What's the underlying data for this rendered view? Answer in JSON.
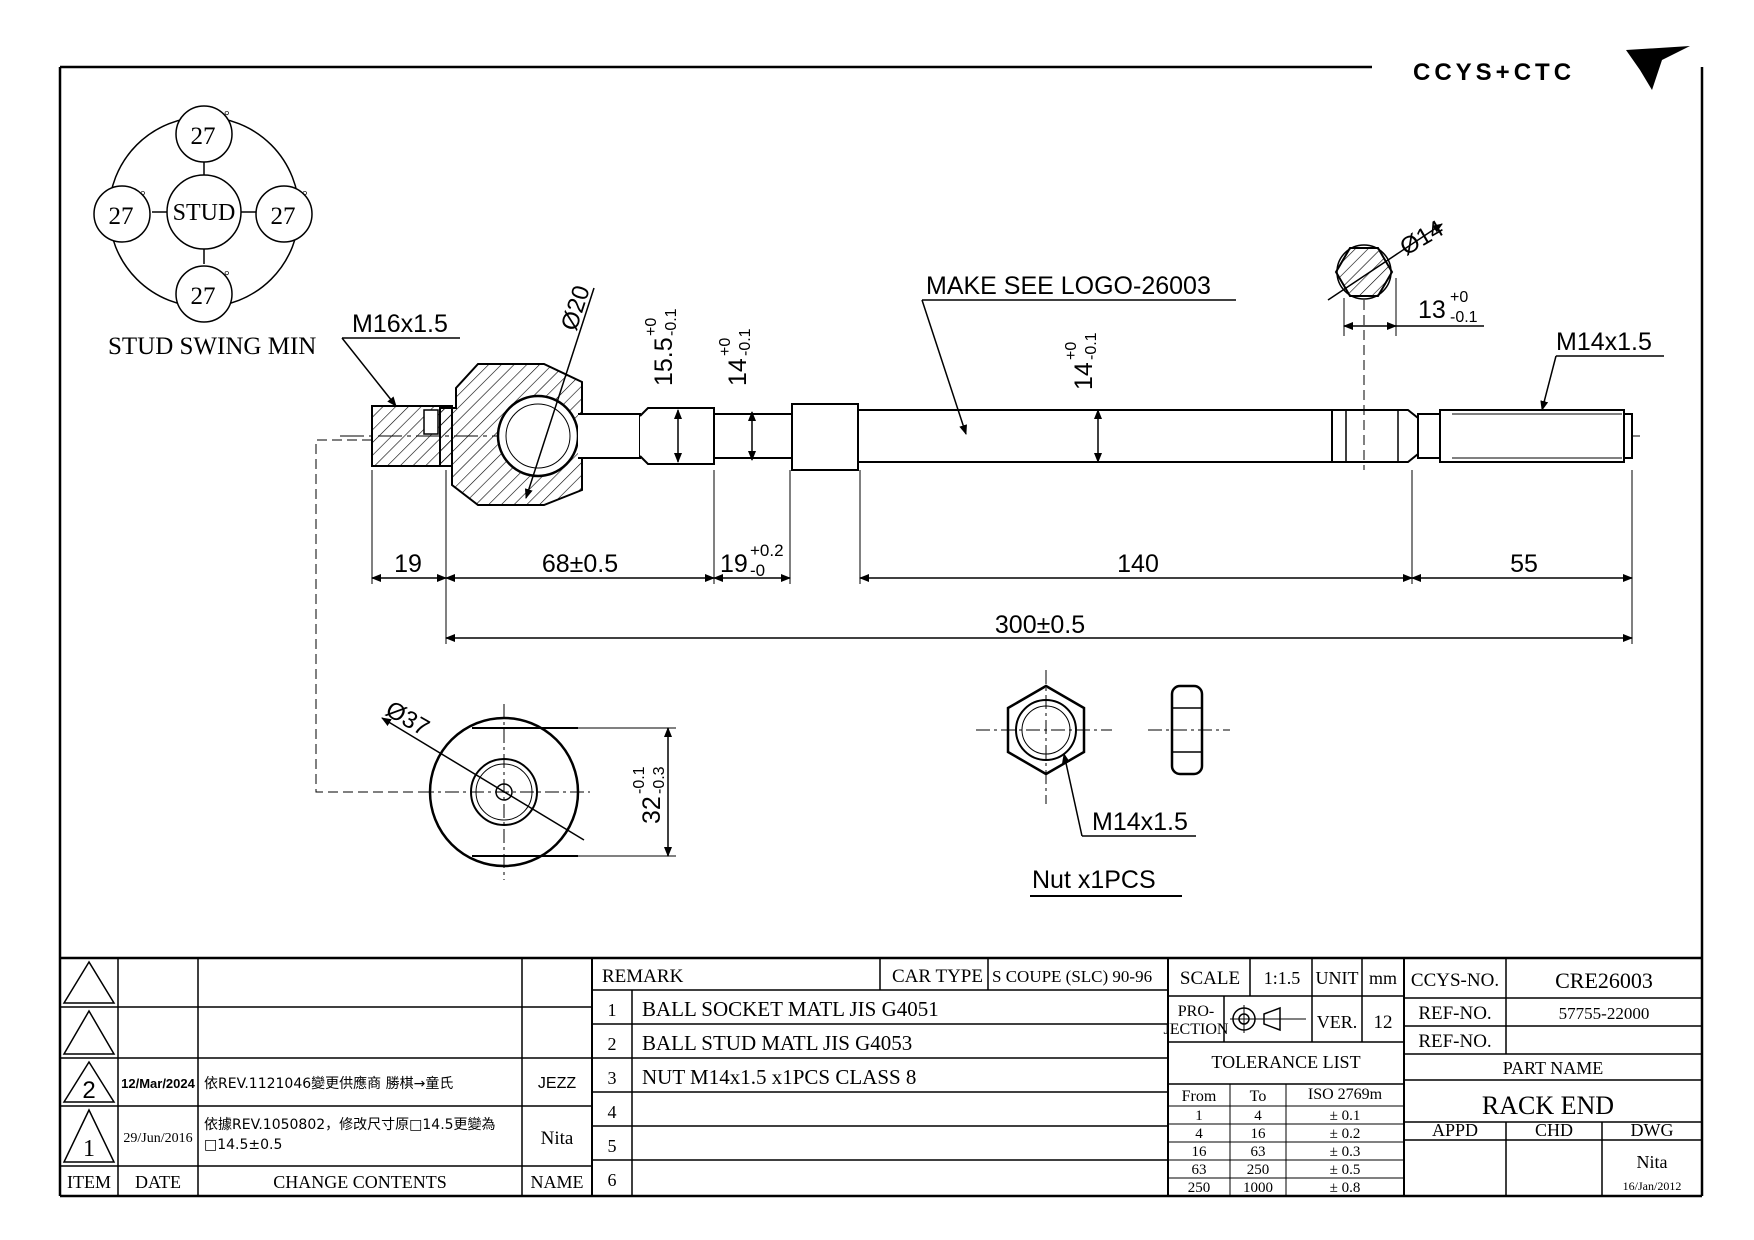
{
  "logo": {
    "text": "CCYS+CTC"
  },
  "stud_swing": {
    "top": "27",
    "left": "27",
    "right": "27",
    "bottom": "27",
    "center": "STUD",
    "degree": "°",
    "caption": "STUD SWING MIN"
  },
  "labels": {
    "thread_left": "M16x1.5",
    "dia_socket": "Ø20",
    "dim_15_5": "15.5",
    "dim_15_5_tol_up": "+0",
    "dim_15_5_tol_dn": "-0.1",
    "dim_14a": "14",
    "dim_14a_tol_up": "+0",
    "dim_14a_tol_dn": "-0.1",
    "dim_14b": "14",
    "dim_14b_tol_up": "+0",
    "dim_14b_tol_dn": "-0.1",
    "make_see_logo": "MAKE SEE LOGO-26003",
    "dia_14": "Ø14",
    "dim_13": "13",
    "dim_13_tol_up": "+0",
    "dim_13_tol_dn": "-0.1",
    "thread_right": "M14x1.5",
    "dim_19": "19",
    "dim_68": "68±0.5",
    "dim_19b": "19",
    "dim_19b_tol_up": "+0.2",
    "dim_19b_tol_dn": "-0",
    "dim_140": "140",
    "dim_55": "55",
    "dim_300": "300±0.5",
    "dia_37": "Ø37",
    "dim_32": "32",
    "dim_32_tol_up": "-0.1",
    "dim_32_tol_dn": "-0.3",
    "nut_thread": "M14x1.5",
    "nut_qty": "Nut x1PCS"
  },
  "revisions": {
    "rows": [
      {
        "item": "",
        "date": "",
        "content": "",
        "name": ""
      },
      {
        "item": "",
        "date": "",
        "content": "",
        "name": ""
      },
      {
        "item": "2",
        "date": "12/Mar/2024",
        "content": "依REV.1121046變更供應商 勝棋→童氏",
        "name": "JEZZ"
      },
      {
        "item": "1",
        "date": "29/Jun/2016",
        "content_line1": "依據REV.1050802，修改尺寸原□14.5更變為",
        "content_line2": "□14.5±0.5",
        "name": "Nita"
      }
    ],
    "header": {
      "item": "ITEM",
      "date": "DATE",
      "content": "CHANGE CONTENTS",
      "name": "NAME"
    }
  },
  "remarks": {
    "title": "REMARK",
    "car_type_label": "CAR TYPE",
    "car_type": "S COUPE (SLC) 90-96",
    "items": [
      {
        "no": "1",
        "text": "BALL SOCKET MATL JIS G4051"
      },
      {
        "no": "2",
        "text": "BALL STUD MATL JIS G4053"
      },
      {
        "no": "3",
        "text": "NUT M14x1.5 x1PCS CLASS 8"
      },
      {
        "no": "4",
        "text": ""
      },
      {
        "no": "5",
        "text": ""
      },
      {
        "no": "6",
        "text": ""
      }
    ]
  },
  "spec": {
    "scale_label": "SCALE",
    "scale": "1:1.5",
    "unit_label": "UNIT",
    "unit": "mm",
    "projection_l1": "PRO-",
    "projection_l2": "JECTION",
    "ver_label": "VER.",
    "ver": "12",
    "tolerance_title": "TOLERANCE LIST",
    "tol_from": "From",
    "tol_to": "To",
    "tol_std": "ISO 2769m",
    "tolerances": [
      {
        "from": "1",
        "to": "4",
        "tol": "± 0.1"
      },
      {
        "from": "4",
        "to": "16",
        "tol": "± 0.2"
      },
      {
        "from": "16",
        "to": "63",
        "tol": "± 0.3"
      },
      {
        "from": "63",
        "to": "250",
        "tol": "± 0.5"
      },
      {
        "from": "250",
        "to": "1000",
        "tol": "± 0.8"
      }
    ]
  },
  "title_block": {
    "ccys_label": "CCYS-NO.",
    "ccys_no": "CRE26003",
    "ref1_label": "REF-NO.",
    "ref1": "57755-22000",
    "ref2_label": "REF-NO.",
    "ref2": "",
    "part_name_label": "PART NAME",
    "part_name": "RACK END",
    "appd": "APPD",
    "chd": "CHD",
    "dwg": "DWG",
    "dwg_by": "Nita",
    "dwg_date": "16/Jan/2012"
  }
}
